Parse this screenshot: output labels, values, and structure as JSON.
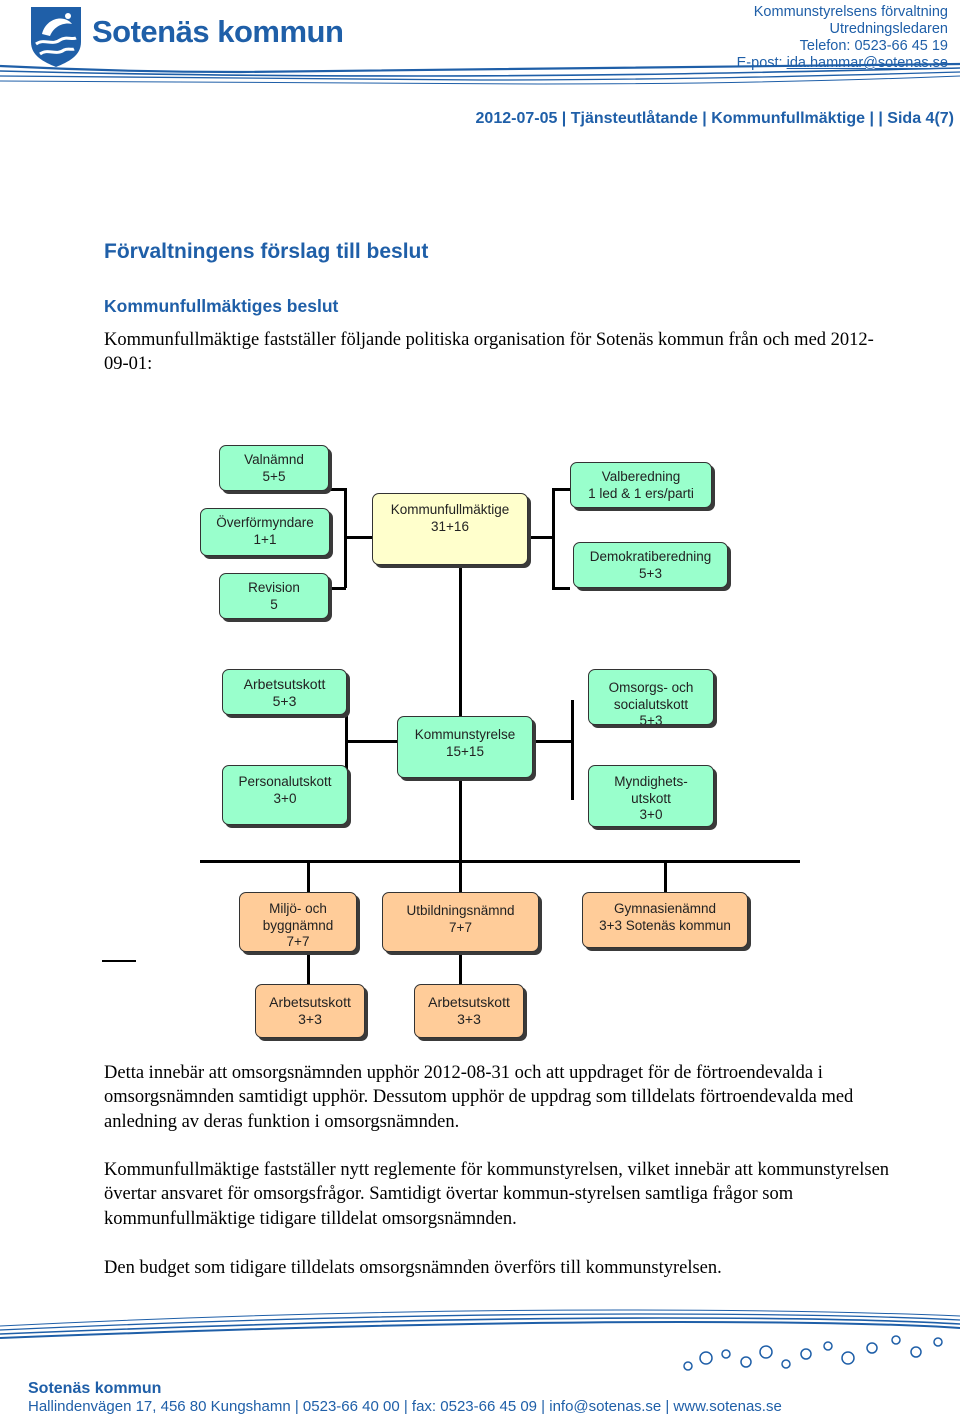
{
  "header": {
    "brand_name": "Sotenäs kommun",
    "contact_line1": "Kommunstyrelsens förvaltning",
    "contact_line2": "Utredningsledaren",
    "contact_phone": "Telefon: 0523-66 45 19",
    "contact_email_label": "E-post: ",
    "contact_email": "ida.hammar@sotenas.se",
    "doc_info": "2012-07-05 | Tjänsteutlåtande | Kommunfullmäktige | | Sida 4(7)"
  },
  "content": {
    "heading": "Förvaltningens förslag till beslut",
    "subheading": "Kommunfullmäktiges beslut",
    "intro": "Kommunfullmäktige fastställer följande politiska organisation för Sotenäs kommun från och med 2012-09-01:",
    "paragraph1": "Detta innebär att omsorgsnämnden upphör 2012-08-31 och att uppdraget för de förtroendevalda i omsorgsnämnden samtidigt upphör. Dessutom upphör de uppdrag som tilldelats förtroendevalda med anledning av deras funktion i omsorgsnämnden.",
    "paragraph2": "Kommunfullmäktige fastställer nytt reglemente för kommunstyrelsen, vilket innebär att kommunstyrelsen övertar ansvaret för omsorgsfrågor. Samtidigt övertar kommun-styrelsen samtliga frågor som kommunfullmäktige tidigare tilldelat omsorgsnämnden.",
    "paragraph3": "Den budget som tidigare tilldelats omsorgsnämnden överförs till kommunstyrelsen."
  },
  "org_chart": {
    "valnamnd": {
      "name": "Valnämnd",
      "seats": "5+5"
    },
    "overformyndare": {
      "name": "Överförmyndare",
      "seats": "1+1"
    },
    "revision": {
      "name": "Revision",
      "seats": "5"
    },
    "kommunfullmaktige": {
      "name": "Kommunfullmäktige",
      "seats": "31+16"
    },
    "valberedning": {
      "name": "Valberedning",
      "seats": "1 led & 1 ers/parti"
    },
    "demokratiberedning": {
      "name": "Demokratiberedning",
      "seats": "5+3"
    },
    "arbetsutskott_ks": {
      "name": "Arbetsutskott",
      "seats": "5+3"
    },
    "personalutskott": {
      "name": "Personalutskott",
      "seats": "3+0"
    },
    "kommunstyrelse": {
      "name": "Kommunstyrelse",
      "seats": "15+15"
    },
    "omsorgsutskott": {
      "name1": "Omsorgs- och",
      "name2": "socialutskott",
      "seats": "5+3"
    },
    "myndighetsutskott": {
      "name1": "Myndighets-",
      "name2": "utskott",
      "seats": "3+0"
    },
    "miljonamnd": {
      "name1": "Miljö- och",
      "name2": "byggnämnd",
      "seats": "7+7"
    },
    "utbildningsnamnd": {
      "name": "Utbildningsnämnd",
      "seats": "7+7"
    },
    "gymnasienamnd": {
      "name": "Gymnasienämnd",
      "seats": "3+3 Sotenäs kommun"
    },
    "arbetsutskott_miljo": {
      "name": "Arbetsutskott",
      "seats": "3+3"
    },
    "arbetsutskott_utb": {
      "name": "Arbetsutskott",
      "seats": "3+3"
    }
  },
  "footer": {
    "name": "Sotenäs kommun",
    "info": "Hallindenvägen 17, 456 80 Kungshamn | 0523-66 40 00 | fax: 0523-66 45 09 | info@sotenas.se | www.sotenas.se"
  },
  "colors": {
    "brand_blue": "#1f5fa8",
    "box_green": "#99ffcc",
    "box_yellow": "#ffffcc",
    "box_orange": "#ffcc99"
  }
}
